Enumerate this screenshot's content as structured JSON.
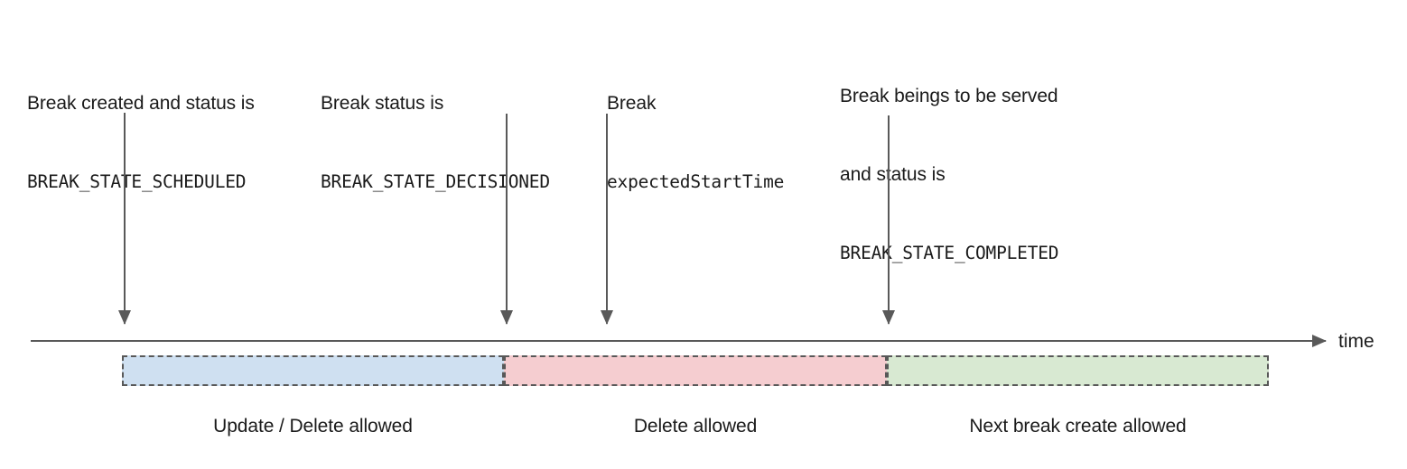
{
  "diagram": {
    "title": "Break lifecycle timeline",
    "axis": {
      "label": "time",
      "arrow_icon": "arrow-right-icon"
    },
    "colors": {
      "scheduled_fill": "#cfe0f1",
      "decisioned_fill": "#f5cdd0",
      "completed_fill": "#d8e9d2",
      "border": "#585858",
      "arrow": "#595959",
      "text": "#1a1a1a"
    },
    "events": [
      {
        "id": "break-created",
        "line1": "Break created and status is",
        "line2": "BREAK_STATE_SCHEDULED",
        "arrow_icon": "arrow-down-icon"
      },
      {
        "id": "break-decisioned",
        "line1": "Break status is",
        "line2": "BREAK_STATE_DECISIONED",
        "arrow_icon": "arrow-down-icon"
      },
      {
        "id": "break-expected-start",
        "line1": "Break",
        "line2": "expectedStartTime",
        "arrow_icon": "arrow-down-icon"
      },
      {
        "id": "break-completed",
        "line1": "Break beings to be served",
        "line2": "and status is",
        "line3": "BREAK_STATE_COMPLETED",
        "arrow_icon": "arrow-down-icon"
      }
    ],
    "phases": [
      {
        "id": "phase-scheduled",
        "caption": "Update / Delete allowed",
        "fill": "#cfe0f1"
      },
      {
        "id": "phase-decisioned",
        "caption": "Delete allowed",
        "fill": "#f5cdd0"
      },
      {
        "id": "phase-completed",
        "caption": "Next break create allowed",
        "fill": "#d8e9d2"
      }
    ]
  }
}
